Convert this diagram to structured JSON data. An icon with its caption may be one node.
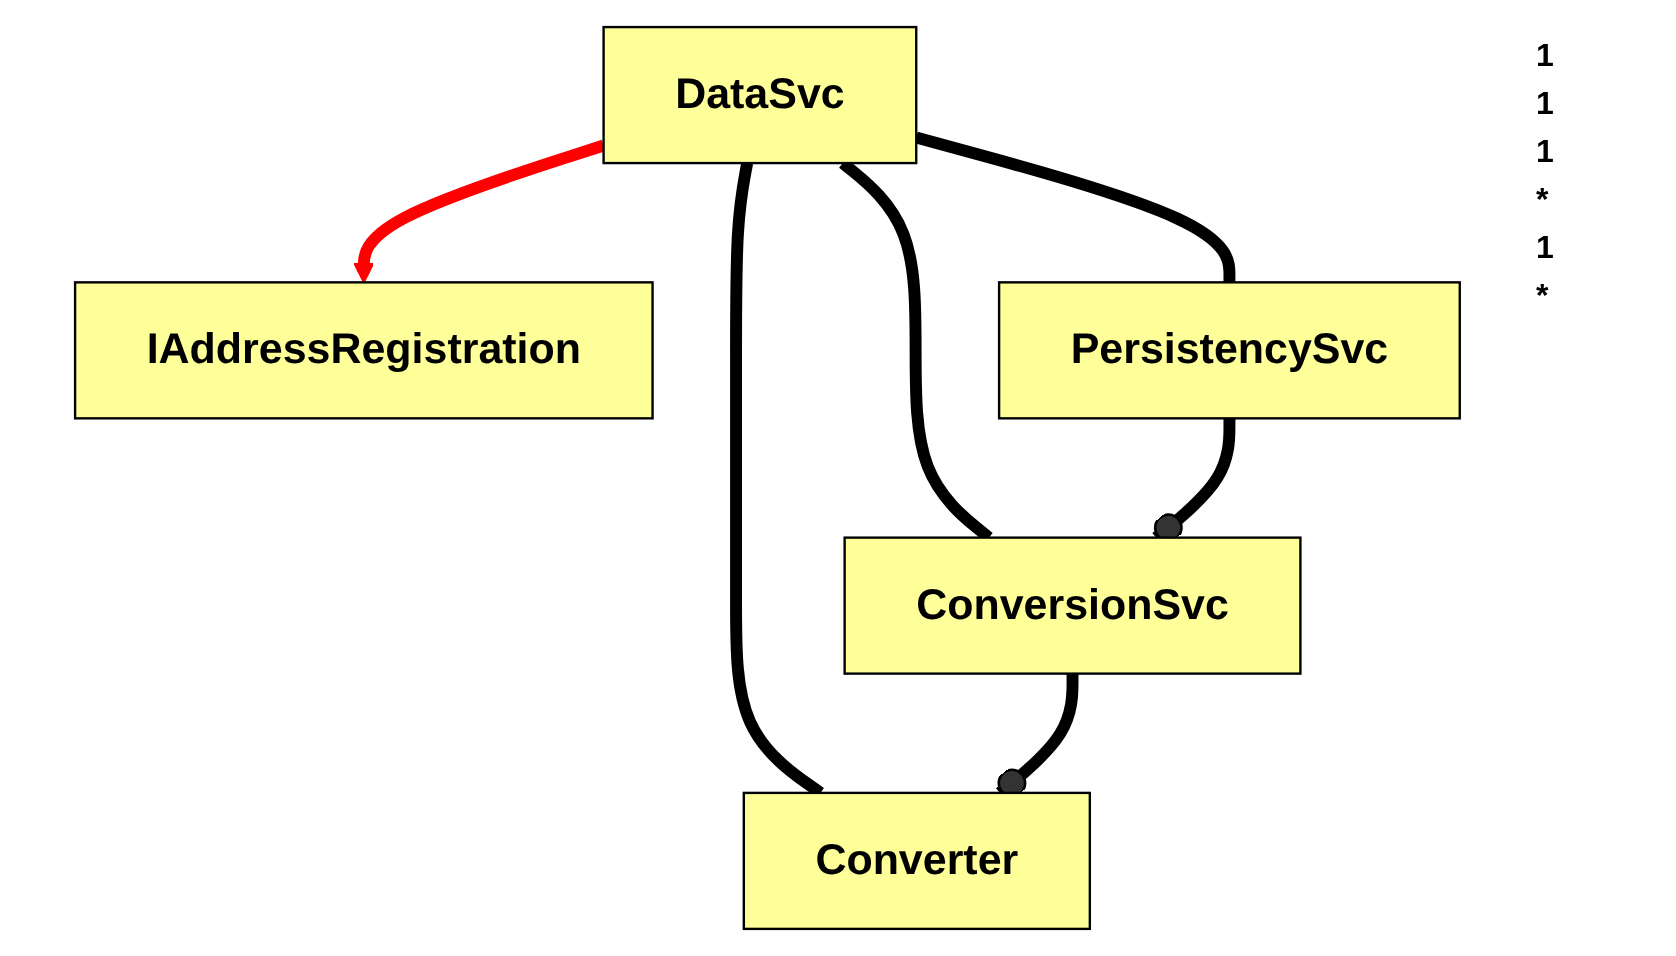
{
  "diagram": {
    "nodes": [
      {
        "text": [
          "DataSvc"
        ]
      },
      {
        "text": [
          "IAddressRegistration"
        ]
      },
      {
        "text": [
          "PersistencySvc"
        ]
      },
      {
        "text": [
          "ConversionSvc"
        ]
      },
      {
        "text": [
          "Converter"
        ]
      }
    ],
    "edges": [
      {
        "from": 0,
        "to": 2,
        "arrow": "none"
      },
      {
        "from": 0,
        "to": 3,
        "arrow": "none"
      },
      {
        "from": 0,
        "to": 4,
        "arrow": "none"
      },
      {
        "from": 0,
        "to": 1,
        "arrow": "to",
        "color": "#ff0000"
      },
      {
        "from": 2,
        "to": 3,
        "arrow": "other"
      },
      {
        "from": 3,
        "to": 4,
        "arrow": "other"
      }
    ],
    "labels": [
      "1",
      "1",
      "1",
      "*",
      "1",
      "*"
    ]
  }
}
